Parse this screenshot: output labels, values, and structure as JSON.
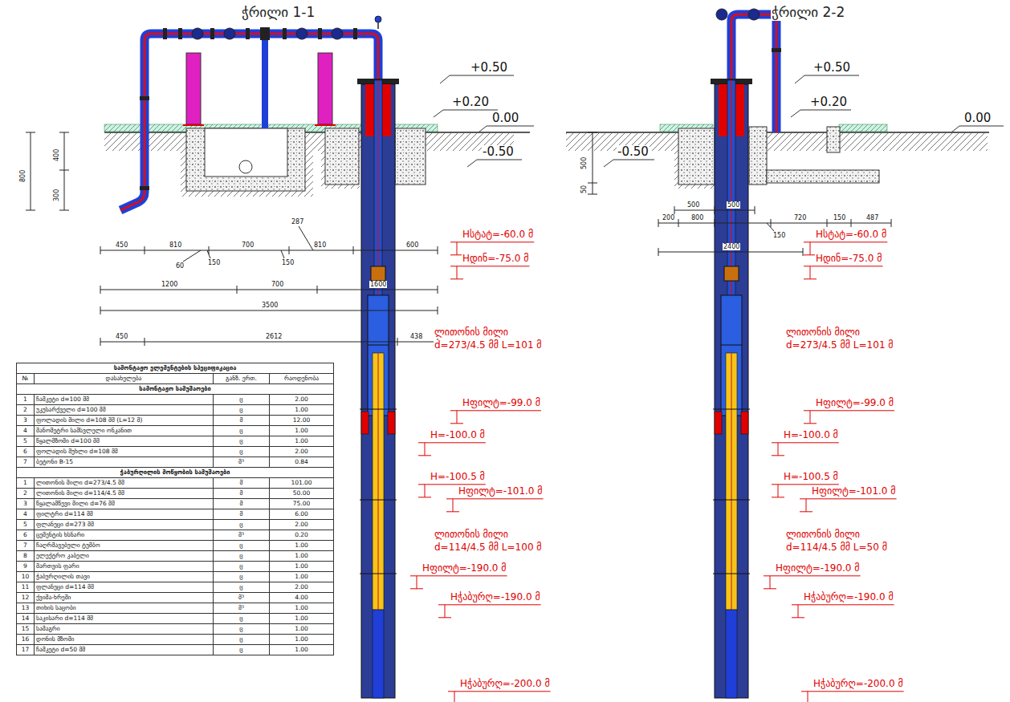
{
  "diagram": {
    "labels": [
      "ჭრილი 1-1",
      "ჭრილი 2-2",
      "+0.50",
      "+0.20",
      "0.00",
      "-0.50",
      "+0.50",
      "+0.20",
      "0.00",
      "-0.50",
      "500",
      "50",
      "800",
      "400",
      "300",
      "Hსტატ=-60.0 მ",
      "Hდინ=-75.0 მ",
      "ლითონის მილი",
      "d=273/4.5 მმ L=101 მ",
      "Hფილტ=-99.0 მ",
      "H=-100.0 მ",
      "H=-100.5 მ",
      "Hფილტ=-101.0 მ",
      "ლითონის მილი",
      "d=114/4.5 მმ L=100 მ",
      "Hფილტ=-190.0 მ",
      "Hჭაბურღ=-190.0 მ",
      "Hჭაბურღ=-200.0 მ",
      "Hსტატ=-60.0 მ",
      "Hდინ=-75.0 მ",
      "ლითონის მილი",
      "d=273/4.5 მმ L=101 მ",
      "Hფილტ=-99.0 მ",
      "H=-100.0 მ",
      "H=-100.5 მ",
      "Hფილტ=-101.0 მ",
      "ლითონის მილი",
      "d=114/4.5 მმ L=50 მ",
      "Hფილტ=-190.0 მ",
      "Hჭაბურღ=-190.0 მ",
      "Hჭაბურღ=-200.0 მ",
      "450",
      "810",
      "700",
      "810",
      "600",
      "287",
      "60",
      "150",
      "150",
      "1200",
      "700",
      "1600",
      "3500",
      "450",
      "2612",
      "438",
      "500",
      "500",
      "200",
      "800",
      "720",
      "150",
      "487",
      "150",
      "2400",
      "სამონტაჟო ელემენტების სპეციფიკაცია",
      "№",
      "დასახელება",
      "განზ. ერთ.",
      "რაოდენობა",
      "სამონტაჟო სამუშაოები",
      "1",
      "ჩამკეტი d=100 მმ",
      "ც",
      "2.00",
      "2",
      "უკუსარქველი d=100 მმ",
      "ც",
      "1.00",
      "3",
      "ფოლადის მილი d=108 მმ (L=12 მ)",
      "მ",
      "12.00",
      "4",
      "მანომეტრი სამსვლელი ონკანით",
      "ც",
      "1.00",
      "5",
      "წყალმზომი d=100 მმ",
      "ც",
      "1.00",
      "6",
      "ფოლადის მუხლი d=108 მმ",
      "ც",
      "2.00",
      "7",
      "ბეტონი B-15",
      "მ³",
      "0.84",
      "ჭაბურღილის მოწყობის სამუშაოები",
      "1",
      "ლითონის მილი d=273/4.5 მმ",
      "მ",
      "101.00",
      "2",
      "ლითონის მილი d=114/4.5 მმ",
      "მ",
      "50.00",
      "3",
      "წყალამწევი მილი d=76 მმ",
      "მ",
      "75.00",
      "4",
      "ფილტრი d=114 მმ",
      "მ",
      "6.00",
      "5",
      "ფლანეცი d=273 მმ",
      "ც",
      "2.00",
      "6",
      "ცემენტის ხსნარი",
      "მ³",
      "0.20",
      "7",
      "ჩაღრმავებული ტუმბო",
      "ც",
      "1.00",
      "8",
      "ელექტრო კაბელი",
      "ც",
      "1.00",
      "9",
      "მართვის ფარი",
      "ც",
      "1.00",
      "10",
      "ჭაბურღილის თავი",
      "ც",
      "1.00",
      "11",
      "ფლანეცი d=114 მმ",
      "ც",
      "2.00",
      "12",
      "ქვიშა-ხრეში",
      "მ³",
      "4.00",
      "13",
      "თიხის საცობი",
      "მ³",
      "1.00",
      "14",
      "საკისარი d=114 მმ",
      "ც",
      "1.00",
      "15",
      "სამაგრი",
      "ც",
      "1.00",
      "16",
      "დონის მზომი",
      "ც",
      "1.00",
      "17",
      "ჩამკეტი d=50 მმ",
      "ც",
      "1.00"
    ]
  }
}
